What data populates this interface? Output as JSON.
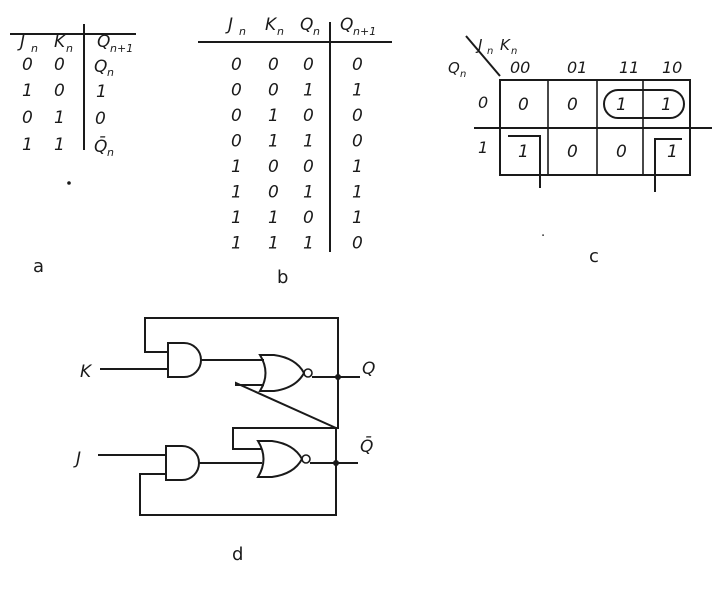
{
  "table_a": {
    "label": "a",
    "headers": [
      "J",
      "K",
      "Q"
    ],
    "header_subs": [
      "n",
      "n",
      "n+1"
    ],
    "rows": [
      [
        "0",
        "0",
        "Q",
        "n"
      ],
      [
        "1",
        "0",
        "1",
        ""
      ],
      [
        "0",
        "1",
        "0",
        ""
      ],
      [
        "1",
        "1",
        "Q̄",
        "n"
      ]
    ]
  },
  "table_b": {
    "label": "b",
    "headers": [
      "J",
      "K",
      "Q",
      "Q"
    ],
    "header_subs": [
      "n",
      "n",
      "n",
      "n+1"
    ],
    "rows": [
      [
        "0",
        "0",
        "0",
        "0"
      ],
      [
        "0",
        "0",
        "1",
        "1"
      ],
      [
        "0",
        "1",
        "0",
        "0"
      ],
      [
        "0",
        "1",
        "1",
        "0"
      ],
      [
        "1",
        "0",
        "0",
        "1"
      ],
      [
        "1",
        "0",
        "1",
        "1"
      ],
      [
        "1",
        "1",
        "0",
        "1"
      ],
      [
        "1",
        "1",
        "1",
        "0"
      ]
    ]
  },
  "kmap": {
    "label": "c",
    "col_var": "J",
    "col_var_sub": "n",
    "col_var2": "K",
    "col_var2_sub": "n",
    "row_var": "Q",
    "row_var_sub": "n",
    "col_heads": [
      "00",
      "01",
      "11",
      "10"
    ],
    "row_heads": [
      "0",
      "1"
    ],
    "cells": [
      [
        "0",
        "0",
        "1",
        "1"
      ],
      [
        "1",
        "0",
        "0",
        "1"
      ]
    ]
  },
  "circuit": {
    "label": "d",
    "input_k": "K",
    "input_j": "J",
    "output_q": "Q",
    "output_qbar": "Q̄"
  }
}
